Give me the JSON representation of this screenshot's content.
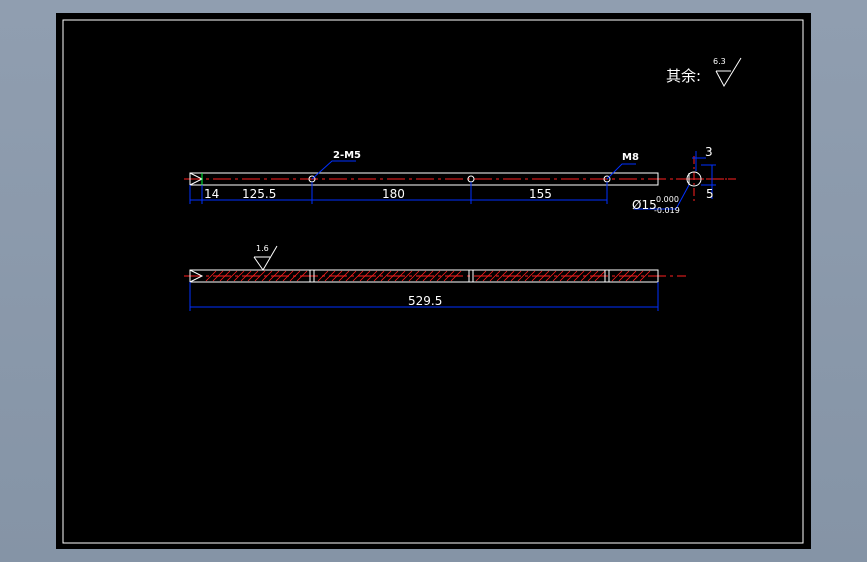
{
  "colors": {
    "background": "#000000",
    "frame": "#ffffff",
    "outline": "#ffffff",
    "dimension": "#0030ff",
    "centerline": "#ff2020",
    "hatch": "#ff2020",
    "text": "#ffffff"
  },
  "note": {
    "prefix": "其余:",
    "roughness": "6.3"
  },
  "top_view": {
    "callout_holes": "2-M5",
    "callout_thread": "M8",
    "dims": [
      "14",
      "125.5",
      "180",
      "155"
    ]
  },
  "section": {
    "dim_width": "3",
    "dim_depth": "5",
    "diameter": "Ø15",
    "tol_upper": "0.000",
    "tol_lower": "-0.019"
  },
  "bottom_view": {
    "roughness": "1.6",
    "total_length": "529.5"
  }
}
